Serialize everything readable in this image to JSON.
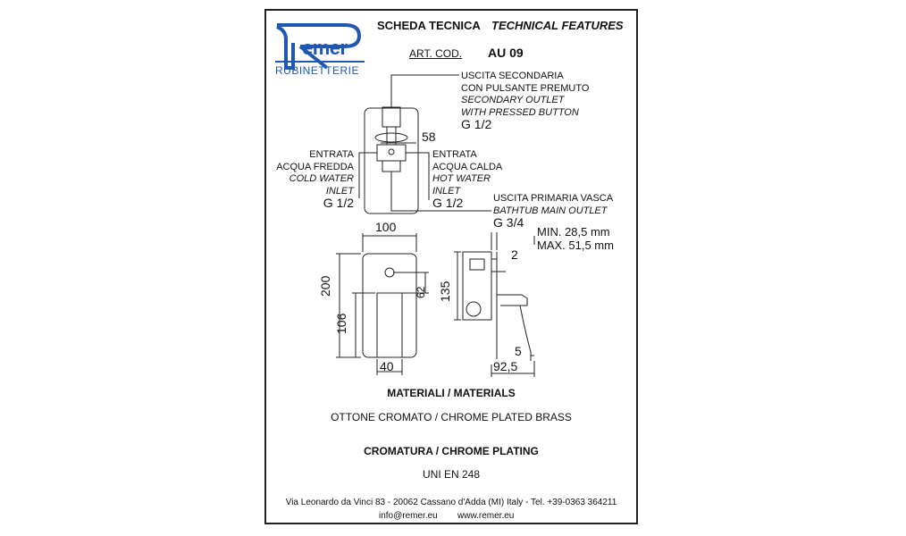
{
  "header": {
    "logo_text": "emer",
    "logo_sub": "RUBINETTERIE",
    "title_it": "SCHEDA TECNICA",
    "title_en": "TECHNICAL FEATURES",
    "art_label": "ART. COD.",
    "art_code": "AU 09"
  },
  "top_drawing": {
    "secondary_outlet": [
      "USCITA SECONDARIA",
      "CON PULSANTE PREMUTO",
      "SECONDARY OUTLET",
      "WITH PRESSED BUTTON",
      "G 1/2"
    ],
    "dim_58": "58",
    "cold_inlet": [
      "ENTRATA",
      "ACQUA FREDDA",
      "COLD WATER",
      "INLET",
      "G 1/2"
    ],
    "hot_inlet": [
      "ENTRATA",
      "ACQUA CALDA",
      "HOT WATER",
      "INLET",
      "G 1/2"
    ],
    "primary_outlet": [
      "USCITA PRIMARIA VASCA",
      "BATHTUB MAIN OUTLET",
      "G 3/4"
    ]
  },
  "front_drawing": {
    "dim_100": "100",
    "dim_200": "200",
    "dim_106": "106",
    "dim_62": "62",
    "dim_40": "40"
  },
  "side_drawing": {
    "min": "MIN. 28,5 mm",
    "max": "MAX. 51,5 mm",
    "dim_2": "2",
    "dim_135": "135",
    "dim_5": "5",
    "dim_92_5": "92,5"
  },
  "specs": {
    "materials_title": "MATERIALI / MATERIALS",
    "materials_value": "OTTONE CROMATO / CHROME PLATED BRASS",
    "plating_title": "CROMATURA / CHROME PLATING",
    "plating_value": "UNI EN 248"
  },
  "footer": {
    "address": "Via Leonardo da Vinci 83 - 20062 Cassano d'Adda (MI) Italy - Tel. +39-0363 364211",
    "email": "info@remer.eu",
    "website": "www.remer.eu"
  },
  "colors": {
    "brand_blue": "#1f57b4",
    "line": "#222222"
  }
}
